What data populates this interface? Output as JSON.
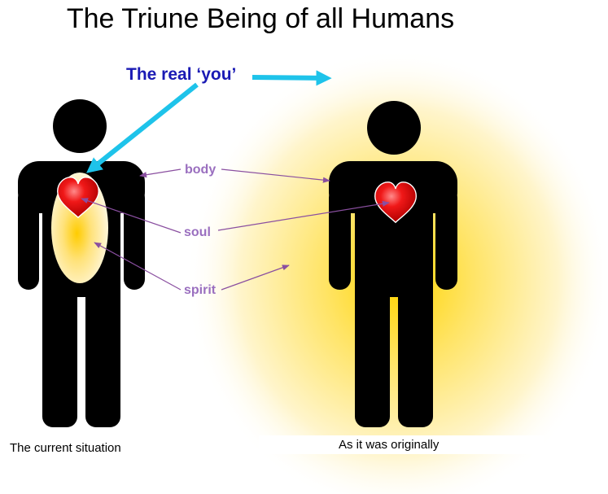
{
  "title": "The Triune Being of all Humans",
  "pointer_label": "The real ‘you’",
  "labels": {
    "body": "body",
    "soul": "soul",
    "spirit": "spirit"
  },
  "captions": {
    "left": "The current situation",
    "right": "As it was originally"
  },
  "colors": {
    "figure": "#000000",
    "glow": "#ffd400",
    "arrow_cyan": "#1ec3ea",
    "label_purple": "#9a6fbf",
    "pointer_text": "#1a1ab4",
    "heart": "#e3101a"
  },
  "icons": [
    "person-silhouette-icon",
    "heart-icon",
    "arrow-icon"
  ]
}
